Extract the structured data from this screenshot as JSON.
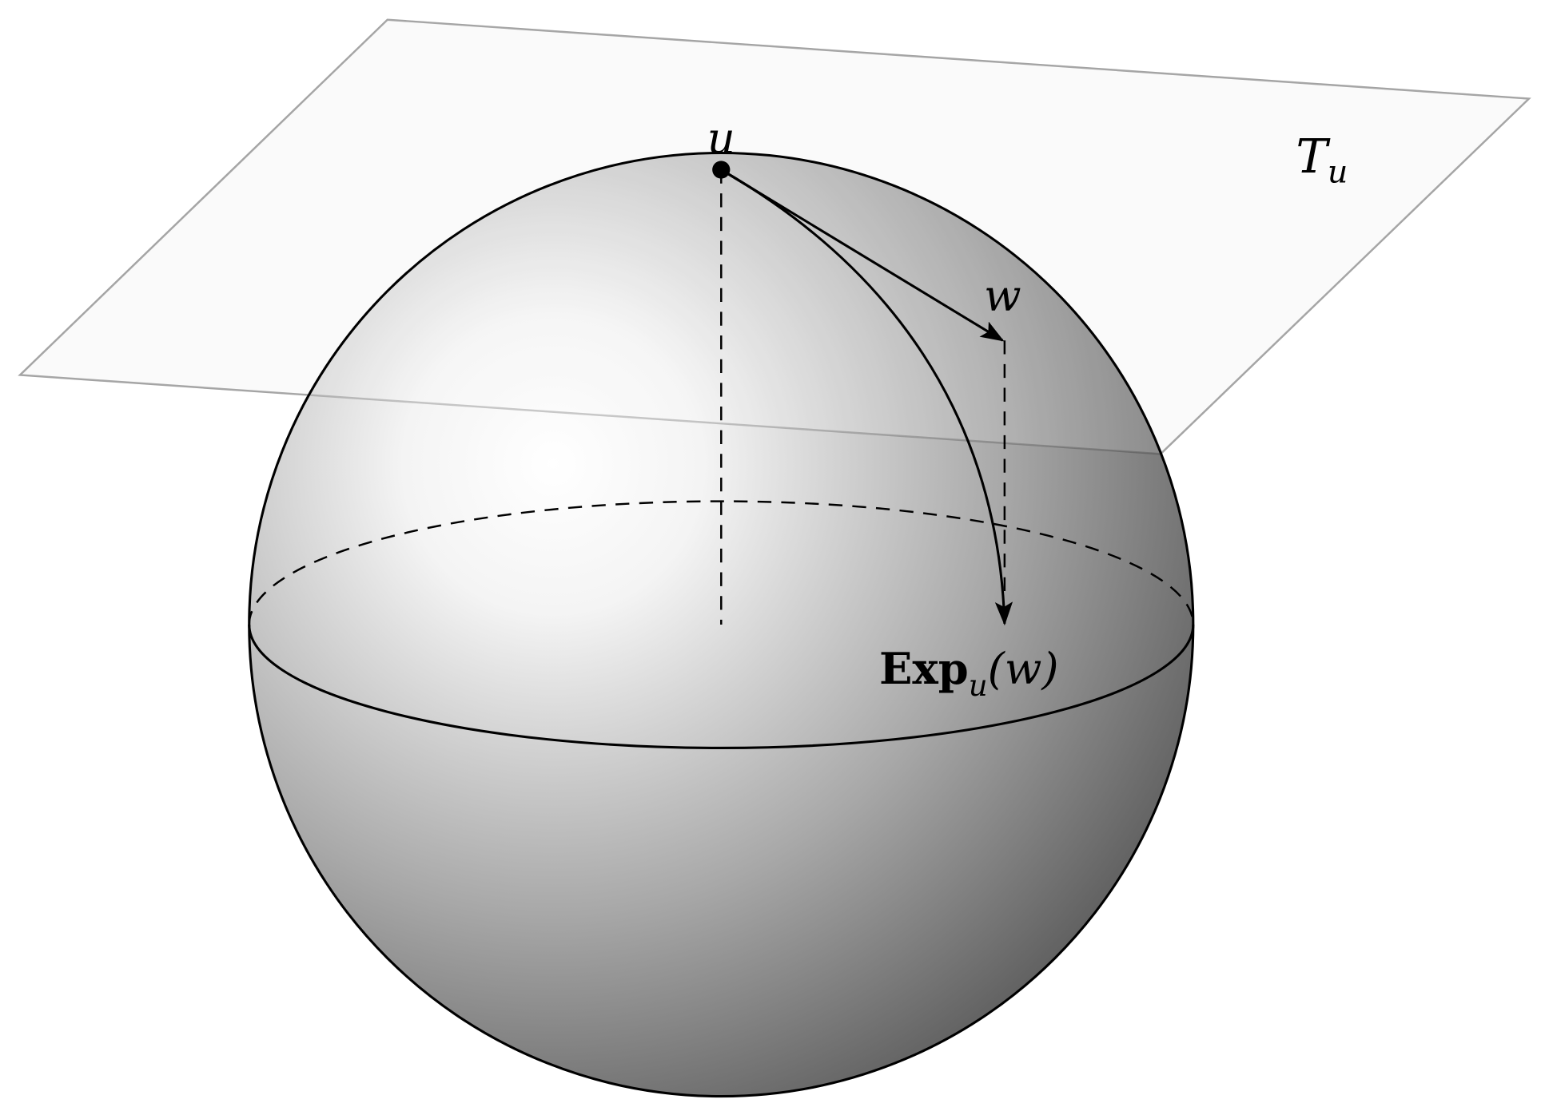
{
  "labels": {
    "point": "u",
    "vector": "w",
    "tangent_plane": "T",
    "tangent_plane_sub": "u",
    "exp_main": "Exp",
    "exp_sub": "u",
    "exp_arg": "(w)"
  },
  "colors": {
    "plane_fill": "#fafafa",
    "plane_stroke": "#cccccc",
    "sphere_light": "#ffffff",
    "sphere_dark": "#555555",
    "ink": "#000000"
  }
}
